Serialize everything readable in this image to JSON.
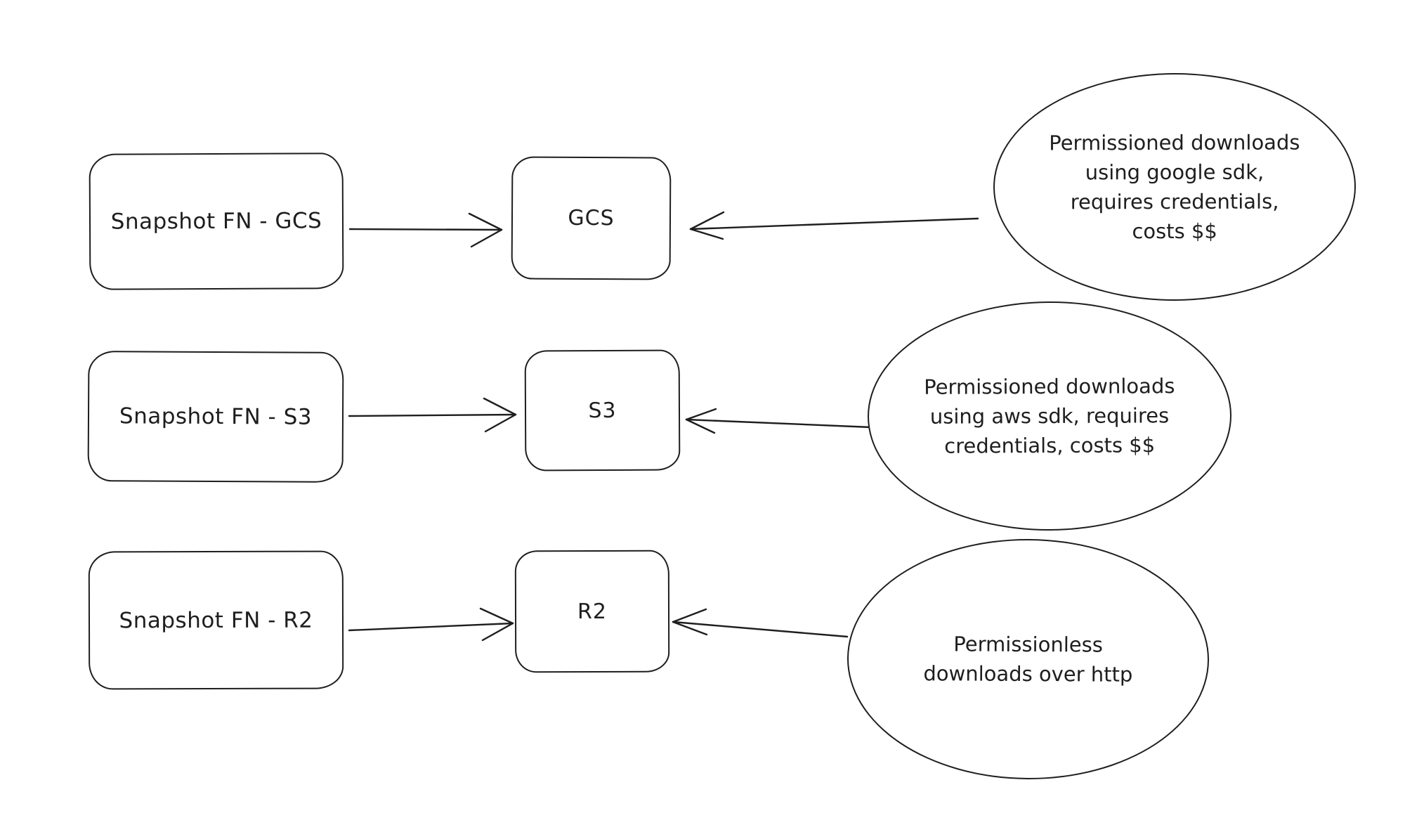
{
  "diagram": {
    "colors": {
      "stroke": "#1e1e1e",
      "background": "#ffffff"
    },
    "rows": [
      {
        "source_label": "Snapshot FN - GCS",
        "target_label": "GCS",
        "note_lines": [
          "Permissioned downloads",
          "using google sdk,",
          "requires credentials,",
          "costs $$"
        ]
      },
      {
        "source_label": "Snapshot FN - S3",
        "target_label": "S3",
        "note_lines": [
          "Permissioned downloads",
          "using aws sdk, requires",
          "credentials, costs $$"
        ]
      },
      {
        "source_label": "Snapshot FN - R2",
        "target_label": "R2",
        "note_lines": [
          "Permissionless",
          "downloads over http"
        ]
      }
    ]
  }
}
